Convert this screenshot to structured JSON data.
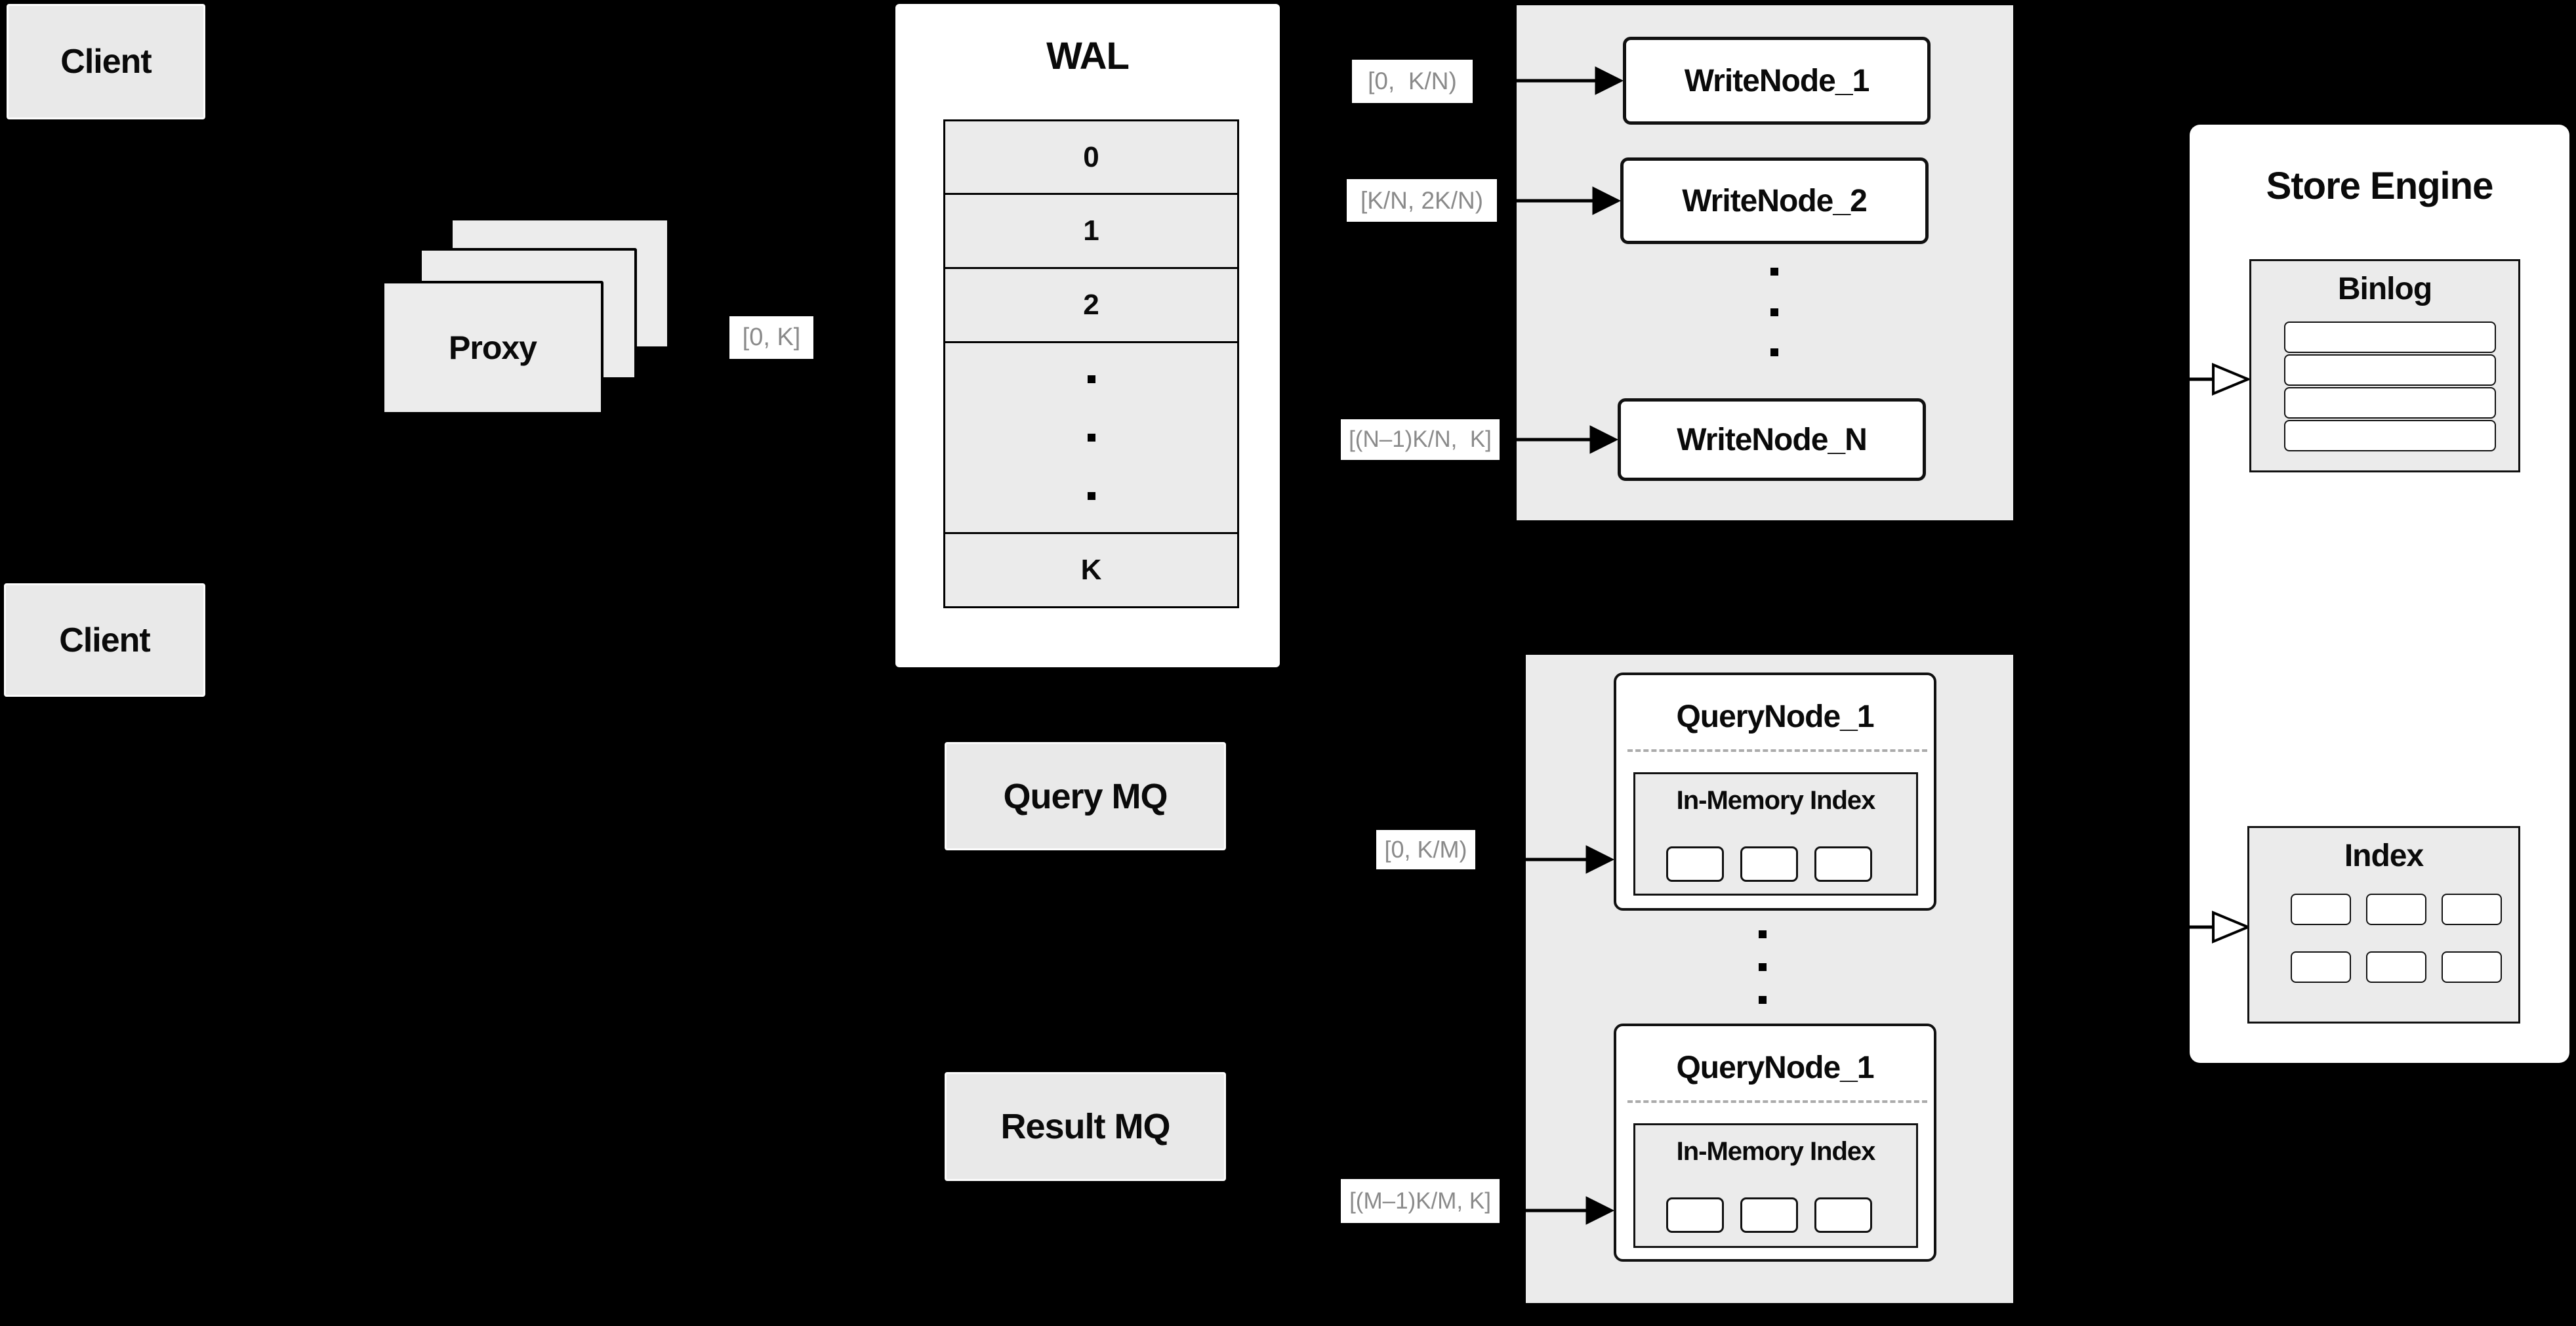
{
  "colors": {
    "background": "#000000",
    "panel_fill": "#ebebeb",
    "node_fill": "#ffffff",
    "stroke": "#0a0a0a",
    "label_text": "#8a8a8a",
    "dash_line": "#ababab"
  },
  "clients": {
    "top_label": "Client",
    "bottom_label": "Client"
  },
  "proxy": {
    "label": "Proxy"
  },
  "wal": {
    "title": "WAL",
    "segments": [
      "0",
      "1",
      "2",
      "K"
    ]
  },
  "edge_labels": {
    "proxy_to_wal": "[0, K]",
    "wal_to_write_1": "[0,  K/N)",
    "wal_to_write_2": "[K/N, 2K/N)",
    "wal_to_write_n": "[(N–1)K/N,  K]",
    "query_mq_to_node": "[0, K/M)",
    "result_mq_to_node": "[(M–1)K/M, K]"
  },
  "write_group": {
    "nodes": [
      "WriteNode_1",
      "WriteNode_2",
      "WriteNode_N"
    ]
  },
  "mq": {
    "query": "Query MQ",
    "result": "Result MQ"
  },
  "query_group": {
    "nodes": [
      {
        "title": "QueryNode_1",
        "inner_title": "In-Memory Index"
      },
      {
        "title": "QueryNode_1",
        "inner_title": "In-Memory Index"
      }
    ]
  },
  "store_engine": {
    "title": "Store Engine",
    "binlog_title": "Binlog",
    "index_title": "Index"
  }
}
